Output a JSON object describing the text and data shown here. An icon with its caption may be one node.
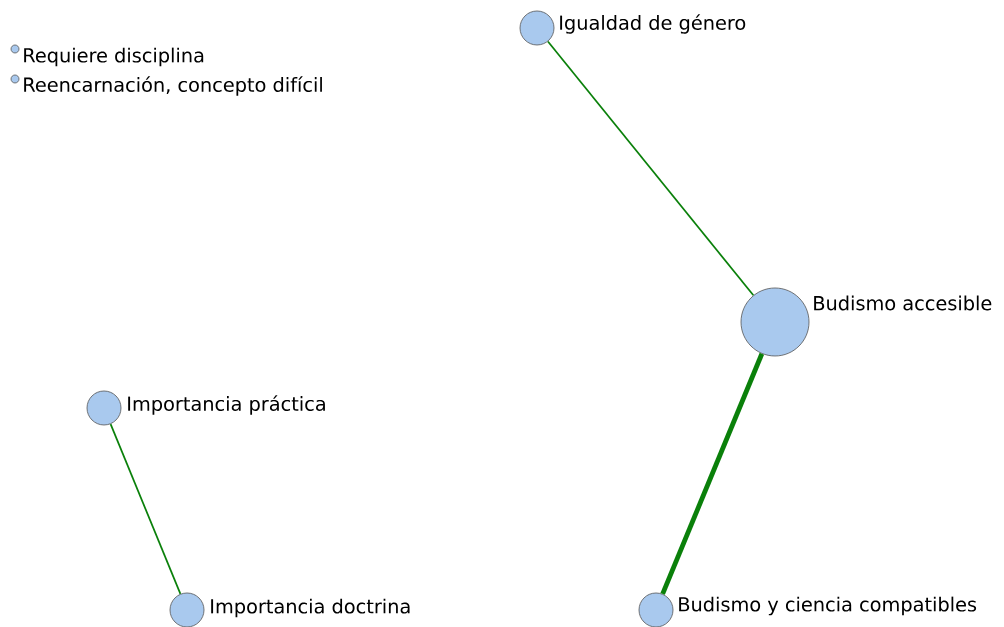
{
  "diagram": {
    "nodes": [
      {
        "text": [
          "Requiere disciplina"
        ]
      },
      {
        "text": [
          "Reencarnación, concepto difícil"
        ]
      },
      {
        "text": [
          "Igualdad de género"
        ]
      },
      {
        "text": [
          "Budismo accesible"
        ]
      },
      {
        "text": [
          "Importancia práctica"
        ]
      },
      {
        "text": [
          "Importancia doctrina"
        ]
      },
      {
        "text": [
          "Budismo y ciencia compatibles"
        ]
      }
    ],
    "edges": [
      {
        "from": 2,
        "to": 3,
        "arrow": "none"
      },
      {
        "from": 3,
        "to": 6,
        "arrow": "none",
        "style": "thick"
      },
      {
        "from": 4,
        "to": 5,
        "arrow": "none"
      }
    ]
  }
}
